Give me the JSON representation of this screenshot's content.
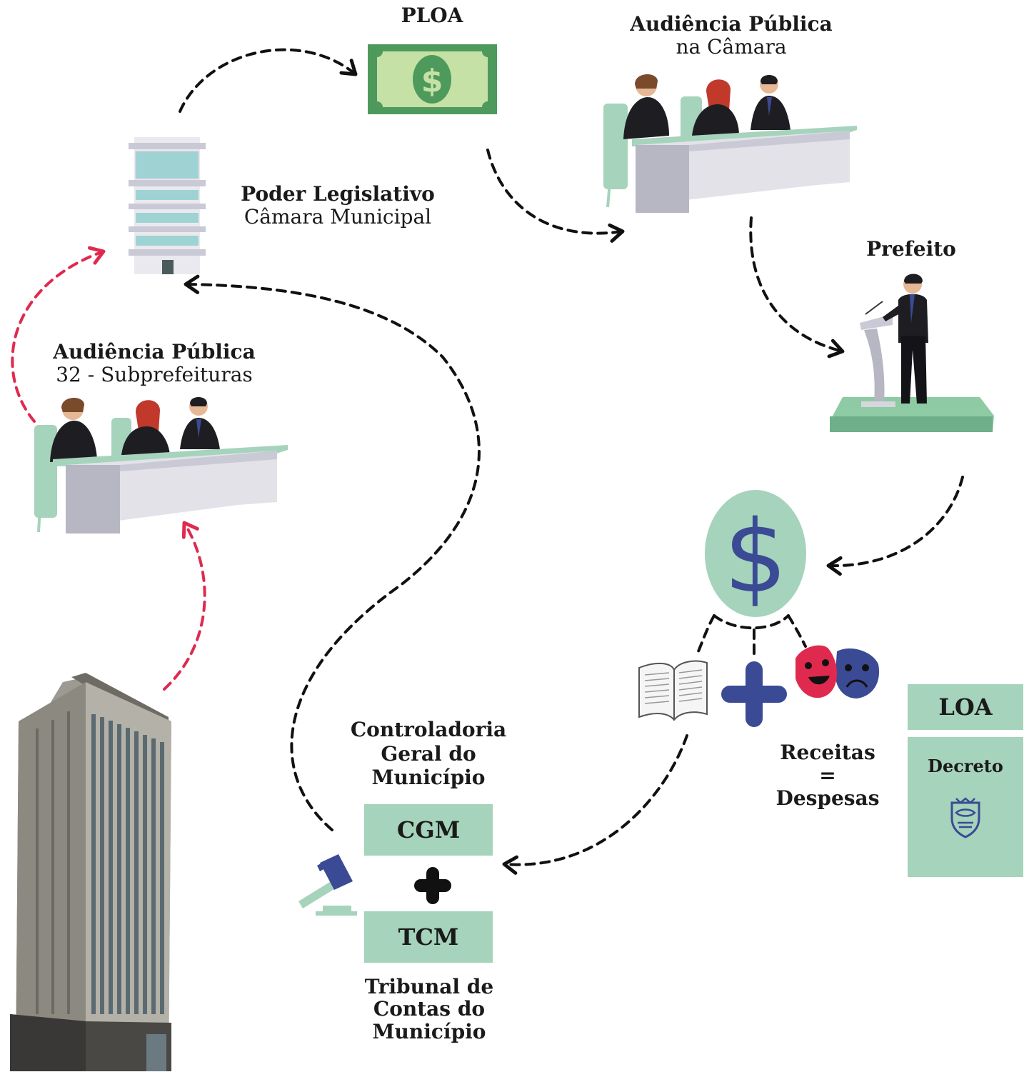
{
  "ploa": {
    "title": "PLOA"
  },
  "audiencia_camara": {
    "title": "Audiência Pública",
    "subtitle": "na Câmara"
  },
  "poder_legislativo": {
    "title": "Poder Legislativo",
    "subtitle": "Câmara Municipal"
  },
  "prefeito": {
    "title": "Prefeito"
  },
  "audiencia_subprefeituras": {
    "title": "Audiência Pública",
    "subtitle": "32 - Subprefeituras"
  },
  "cgm": {
    "full_name_1": "Controladoria",
    "full_name_2": "Geral do",
    "full_name_3": "Município",
    "abbr": "CGM"
  },
  "tcm": {
    "abbr": "TCM",
    "full_name_1": "Tribunal de",
    "full_name_2": "Contas do",
    "full_name_3": "Município"
  },
  "balance": {
    "line1": "Receitas",
    "line2": "=",
    "line3": "Despesas"
  },
  "loa": {
    "title": "LOA",
    "decree": "Decreto"
  },
  "money_symbol": "$",
  "colors": {
    "mint": "#a5d3bb",
    "bill_green": "#4e9a5c",
    "navy": "#3b4a94",
    "red_arrow": "#e0294e",
    "desk_gray": "#b6b7c2"
  },
  "icons": [
    "building-icon",
    "money-bill-icon",
    "council-icon",
    "podium-icon",
    "dollar-coin-icon",
    "book-icon",
    "plus-icon",
    "theater-masks-icon",
    "gavel-icon",
    "skyscraper-icon",
    "coat-of-arms-icon"
  ]
}
